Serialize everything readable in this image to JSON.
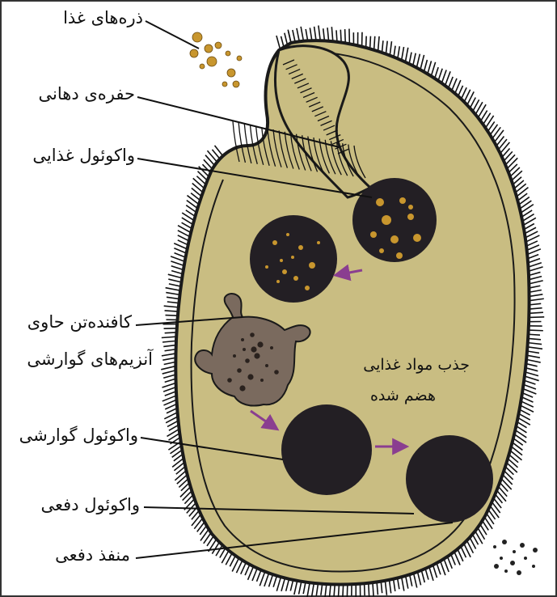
{
  "labels": {
    "food_particles": "ذره‌های غذا",
    "oral_groove": "حفره‌ی دهانی",
    "food_vacuole": "واکوئول غذایی",
    "lysosome_line1": "کافنده‌تن حاوی",
    "lysosome_line2": "آنزیم‌های گوارشی",
    "absorption_line1": "جذب مواد غذایی",
    "absorption_line2": "هضم شده",
    "digestive_vacuole": "واکوئول گوارشی",
    "excretory_vacuole": "واکوئول دفعی",
    "anal_pore": "منفذ دفعی"
  },
  "colors": {
    "cytoplasm": "#c9bd82",
    "membrane": "#1a1a1a",
    "vacuole": "#231f24",
    "food_particle": "#c8962e",
    "lysosome": "#7a6a5e",
    "arrow": "#8a3e90",
    "leader_line": "#111111"
  }
}
